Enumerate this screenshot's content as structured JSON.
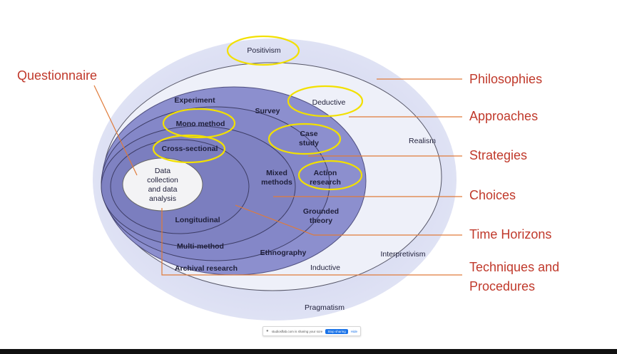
{
  "diagram": {
    "rings": {
      "positivism": "Positivism",
      "realism": "Realism",
      "interpretivism": "Interpretivism",
      "pragmatism": "Pragmatism",
      "deductive": "Deductive",
      "inductive": "Inductive",
      "experiment": "Experiment",
      "survey": "Survey",
      "case_study": [
        "Case",
        "study"
      ],
      "action_research": [
        "Action",
        "research"
      ],
      "grounded_theory": [
        "Grounded",
        "theory"
      ],
      "ethnography": "Ethnography",
      "archival_research": "Archival research",
      "mono_method": "Mono method",
      "mixed_methods": [
        "Mixed",
        "methods"
      ],
      "multi_method": "Multi-method",
      "cross_sectional": "Cross-sectional",
      "longitudinal": "Longitudinal",
      "core": [
        "Data",
        "collection",
        "and data",
        "analysis"
      ]
    },
    "annotations": {
      "questionnaire": "Questionnaire",
      "philosophies": "Philosophies",
      "approaches": "Approaches",
      "strategies": "Strategies",
      "choices": "Choices",
      "time_horizons": "Time Horizons",
      "techniques": [
        "Techniques and",
        "Procedures"
      ]
    },
    "colors": {
      "annotation": "#c0392b",
      "highlight": "#f2e000",
      "outer_halo": "#dcdff3",
      "philosophy_ring": "#eef0f9",
      "approach_ring": "#8c8fce",
      "core": "#f3f3f5"
    }
  },
  "share_bar": {
    "message": "studiosflab.com is sharing your screen.",
    "stop_label": "Stop sharing",
    "hide_label": "Hide"
  }
}
